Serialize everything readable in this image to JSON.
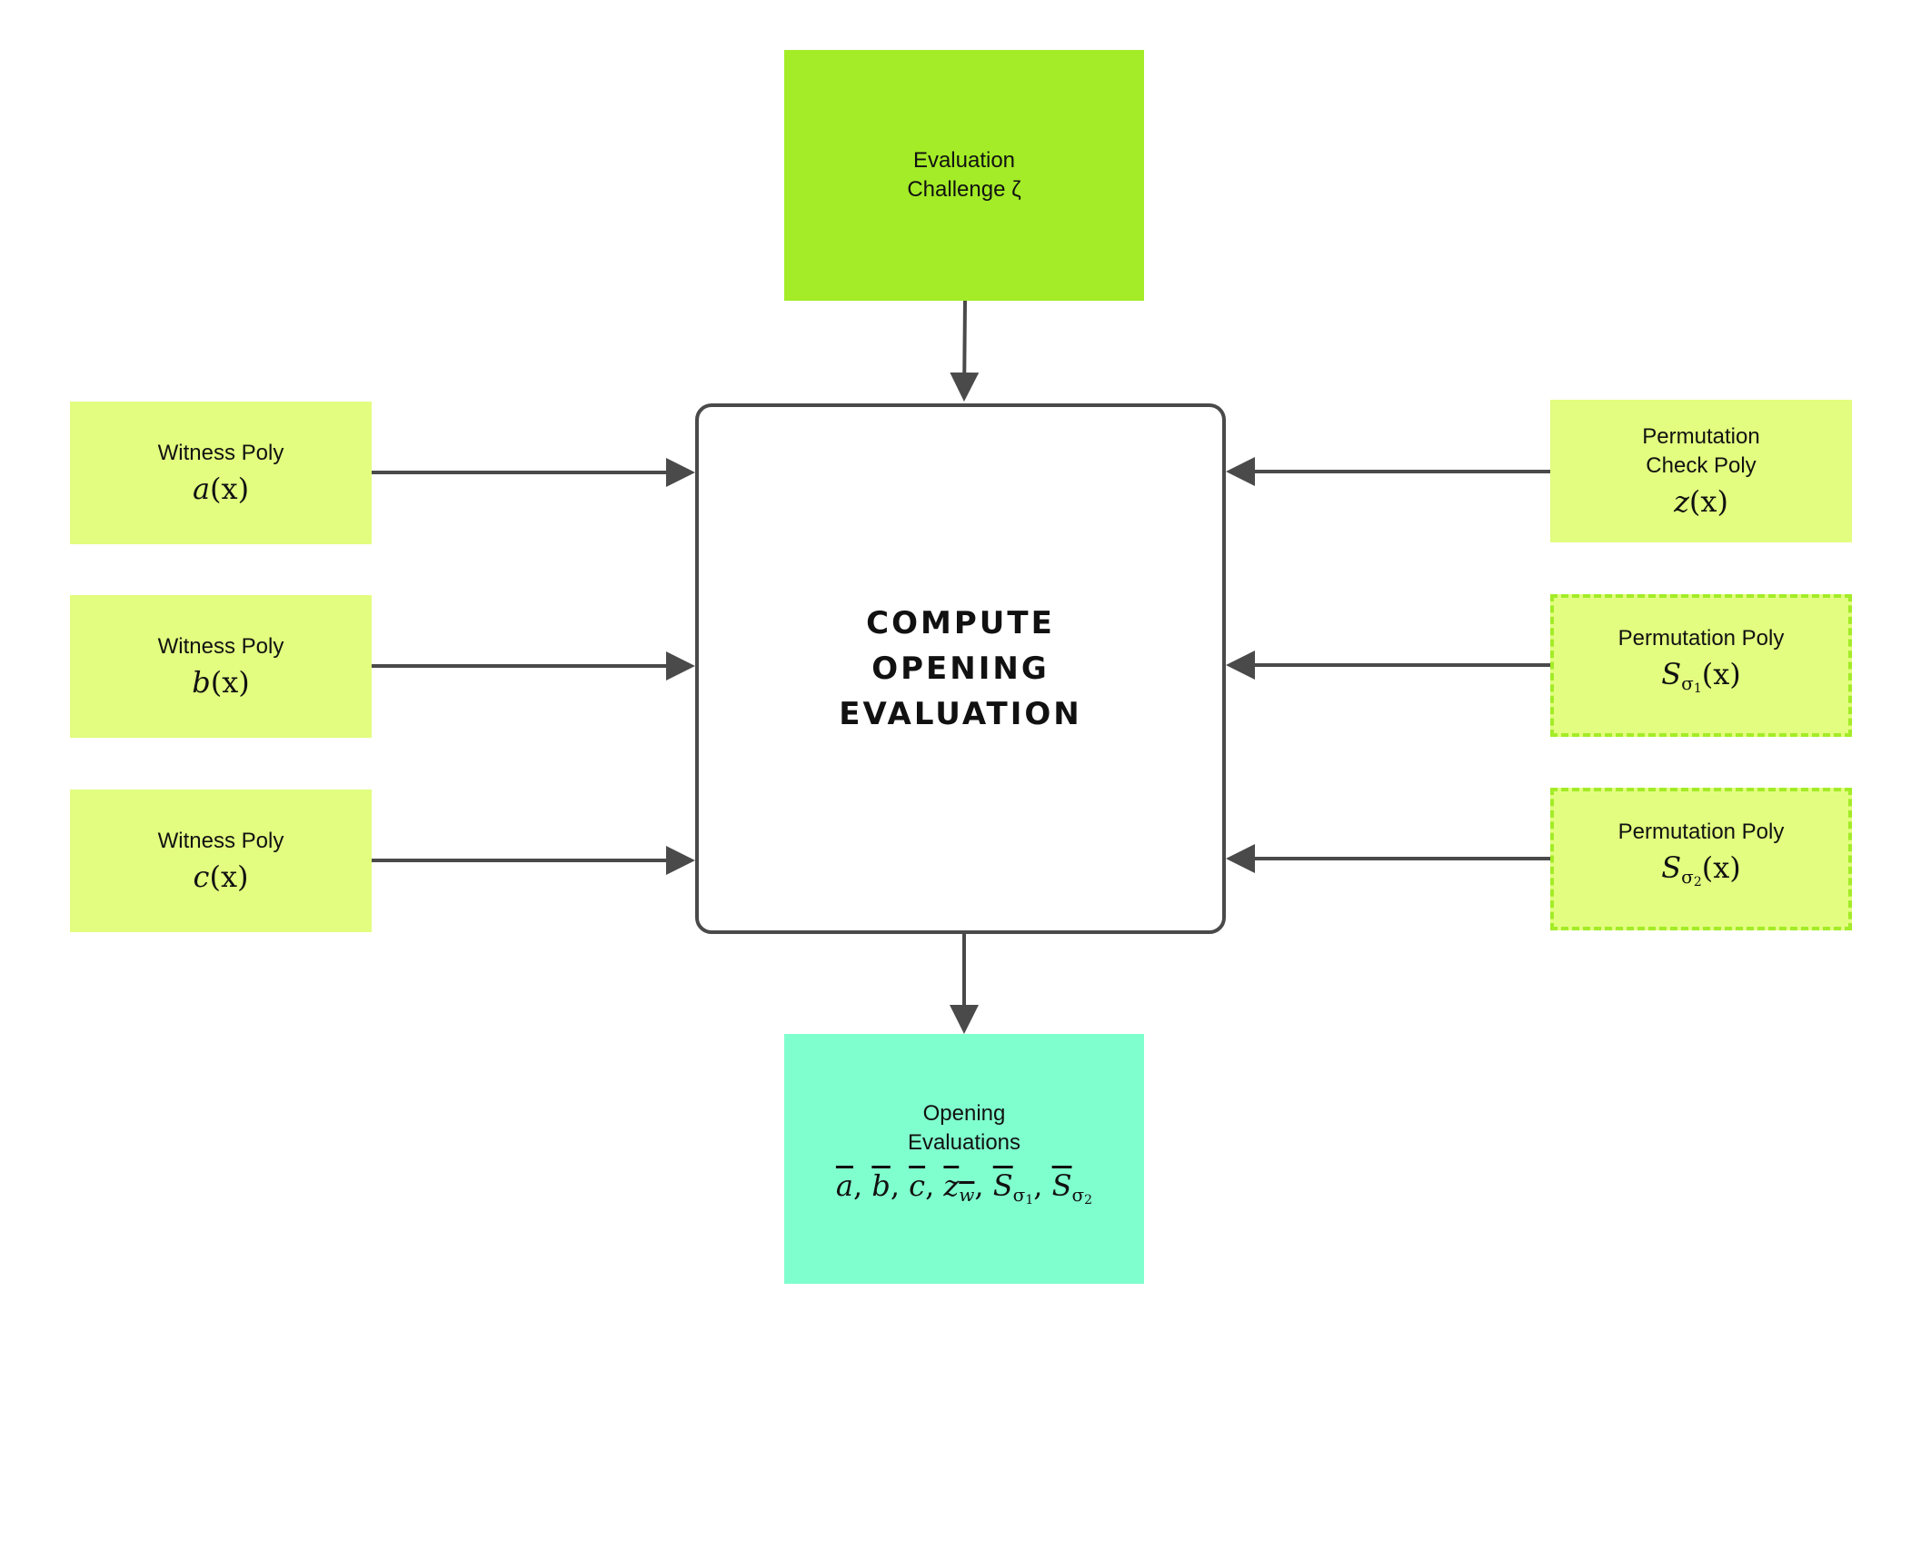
{
  "colors": {
    "challenge_fill": "#a3ec27",
    "input_fill": "#e2fd7f",
    "dashed_border": "#a3ec27",
    "output_fill": "#80ffce",
    "arrow": "#4a4a4a"
  },
  "challenge": {
    "label_line1": "Evaluation",
    "label_line2": "Challenge ζ"
  },
  "center": {
    "line1": "COMPUTE",
    "line2": "OPENING",
    "line3": "EVALUATION"
  },
  "witness_a": {
    "label": "Witness Poly",
    "math_var": "a",
    "math_arg": "(x)"
  },
  "witness_b": {
    "label": "Witness Poly",
    "math_var": "b",
    "math_arg": "(x)"
  },
  "witness_c": {
    "label": "Witness Poly",
    "math_var": "c",
    "math_arg": "(x)"
  },
  "perm_check": {
    "label_line1": "Permutation",
    "label_line2": "Check Poly",
    "math_var": "z",
    "math_arg": "(x)"
  },
  "perm_s1": {
    "label": "Permutation Poly",
    "math_var": "S",
    "sub_sigma": "σ",
    "sub_index": "1",
    "math_arg": "(x)"
  },
  "perm_s2": {
    "label": "Permutation Poly",
    "math_var": "S",
    "sub_sigma": "σ",
    "sub_index": "2",
    "math_arg": "(x)"
  },
  "output": {
    "label_line1": "Opening",
    "label_line2": "Evaluations",
    "v_a": "a",
    "v_b": "b",
    "v_c": "c",
    "v_z": "z",
    "v_z_sub": "w",
    "v_s": "S",
    "sub_sigma": "σ",
    "sub_1": "1",
    "sub_2": "2",
    "sep": ","
  }
}
